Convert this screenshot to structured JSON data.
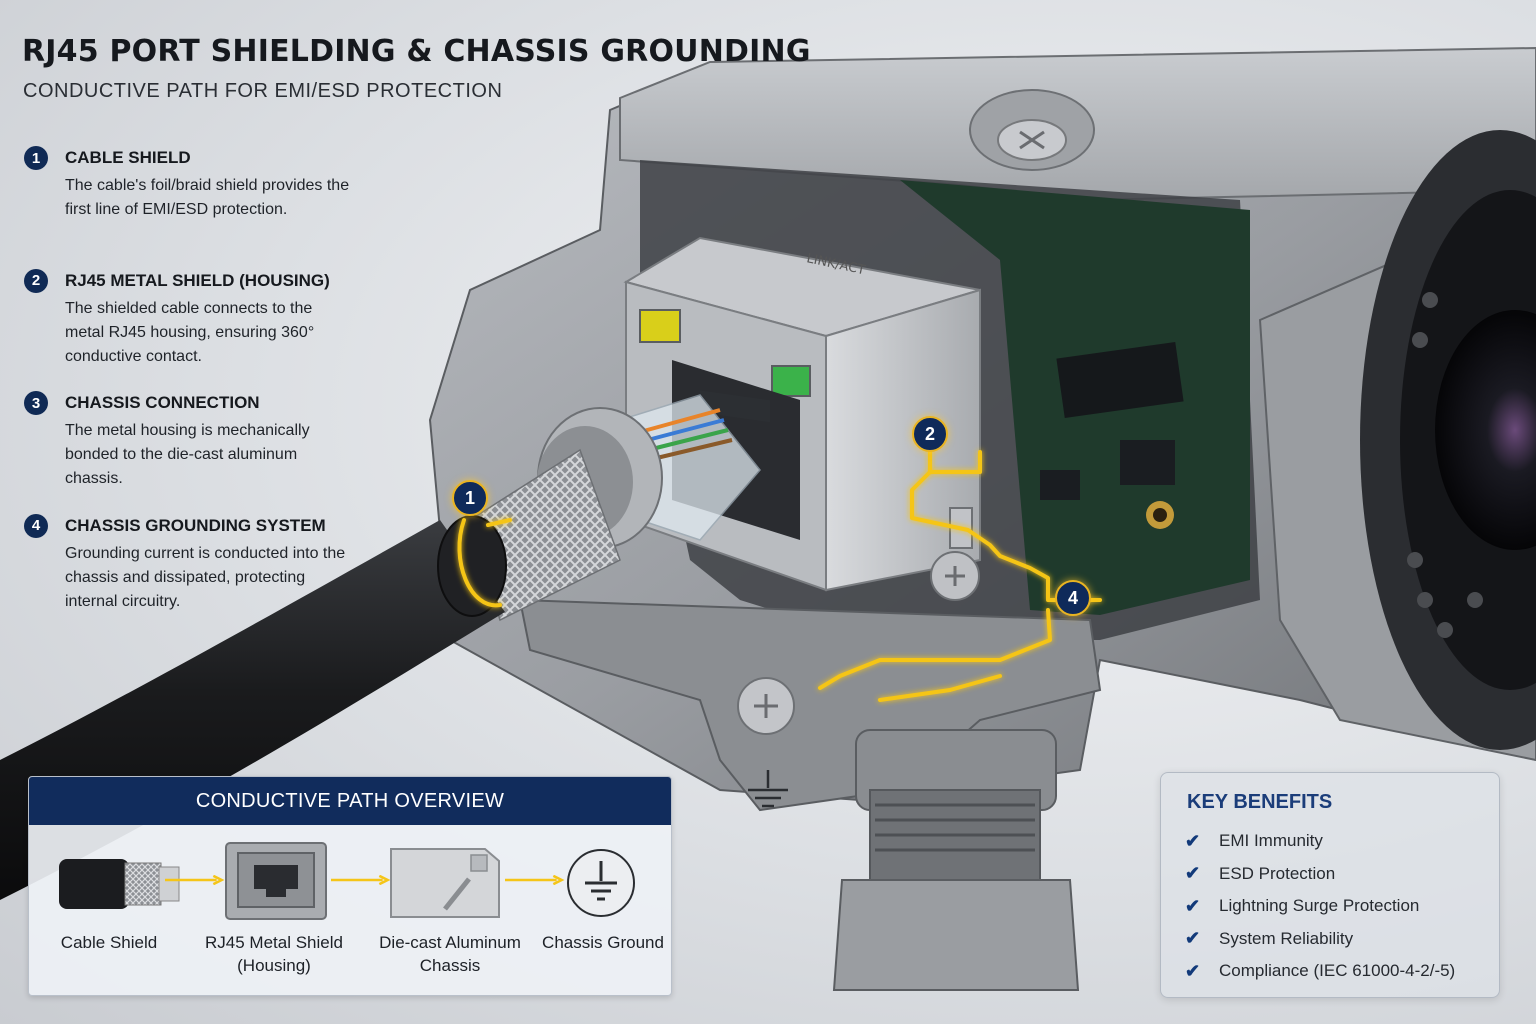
{
  "header": {
    "title": "RJ45 PORT SHIELDING & CHASSIS GROUNDING",
    "subtitle": "CONDUCTIVE PATH FOR EMI/ESD PROTECTION"
  },
  "steps": [
    {
      "number": "1",
      "title": "CABLE SHIELD",
      "desc": "The cable's foil/braid shield provides the first line of EMI/ESD protection."
    },
    {
      "number": "2",
      "title": "RJ45 METAL SHIELD (HOUSING)",
      "desc": "The shielded cable connects to the metal RJ45 housing, ensuring 360° conductive contact."
    },
    {
      "number": "3",
      "title": "CHASSIS CONNECTION",
      "desc": "The metal housing is mechanically bonded to the die-cast aluminum chassis."
    },
    {
      "number": "4",
      "title": "CHASSIS GROUNDING SYSTEM",
      "desc": "Grounding current is conducted into the chassis and dissipated, protecting internal circuitry."
    }
  ],
  "illustration": {
    "port_label": "LINK/ACT",
    "callouts": [
      "1",
      "2",
      "4"
    ],
    "colors": {
      "path": "#f5c518",
      "chassis": "#8a8d92",
      "pcb": "#1f3a2c",
      "led_left": "#d9cf1a",
      "led_right": "#3bb24a"
    }
  },
  "overview": {
    "heading": "CONDUCTIVE PATH OVERVIEW",
    "nodes": [
      {
        "label": "Cable Shield",
        "icon": "cable-shield-icon"
      },
      {
        "label": "RJ45 Metal Shield (Housing)",
        "icon": "rj45-jack-icon"
      },
      {
        "label": "Die-cast Aluminum Chassis",
        "icon": "chassis-block-icon"
      },
      {
        "label": "Chassis Ground",
        "icon": "ground-symbol-icon"
      }
    ]
  },
  "benefits": {
    "title": "KEY BENEFITS",
    "items": [
      "EMI Immunity",
      "ESD Protection",
      "Lightning Surge Protection",
      "System Reliability",
      "Compliance (IEC 61000-4-2/-5)"
    ]
  }
}
